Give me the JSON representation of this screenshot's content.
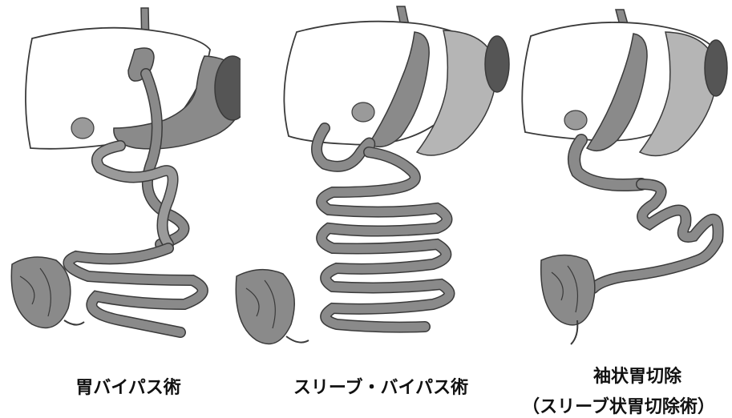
{
  "captions": {
    "gastric_bypass": "胃バイパス術",
    "sleeve_bypass": "スリーブ・バイパス術",
    "sleeve_gastrectomy": "袖状胃切除",
    "sleeve_gastrectomy_alt": "（スリーブ状胃切除術）"
  },
  "colors": {
    "outline": "#3a3a3a",
    "organ_fill": "#8a8a8a",
    "organ_light": "#b5b5b5",
    "liver_fill": "#ffffff"
  }
}
